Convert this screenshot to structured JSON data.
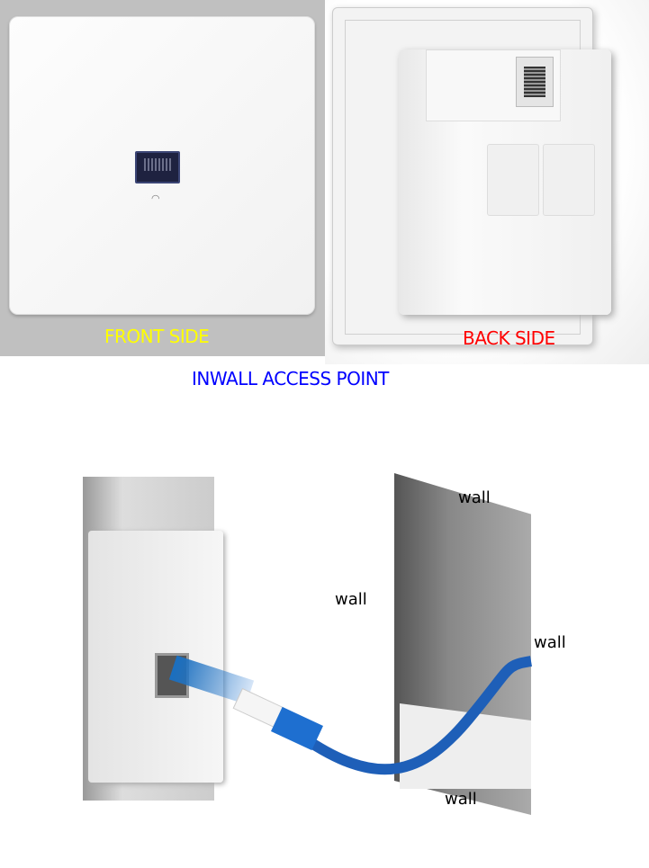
{
  "front": {
    "label": "FRONT SIDE",
    "label_color": "#ffff00"
  },
  "back": {
    "label": "BACK SIDE",
    "label_color": "#ff0000"
  },
  "title": {
    "text": "INWALL ACCESS POINT",
    "color": "#0000ff"
  },
  "installation": {
    "wall_labels": [
      "wall",
      "wall",
      "wall",
      "wall"
    ]
  }
}
